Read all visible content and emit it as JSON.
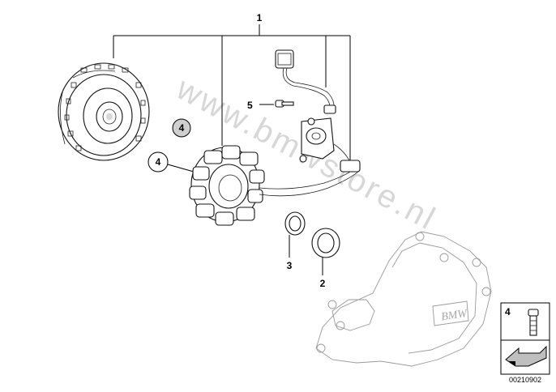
{
  "diagram": {
    "watermark_text": "www.bmwstore.nl",
    "diagram_number": "00210902",
    "callouts": {
      "assembly": "1",
      "seal_large": "2",
      "seal_small": "3",
      "bolt_circle_upper": "4",
      "bolt_circle_lower": "4",
      "screw": "5"
    },
    "legend_box": {
      "item_number": "4"
    },
    "cover_logo_text": "BMW"
  }
}
